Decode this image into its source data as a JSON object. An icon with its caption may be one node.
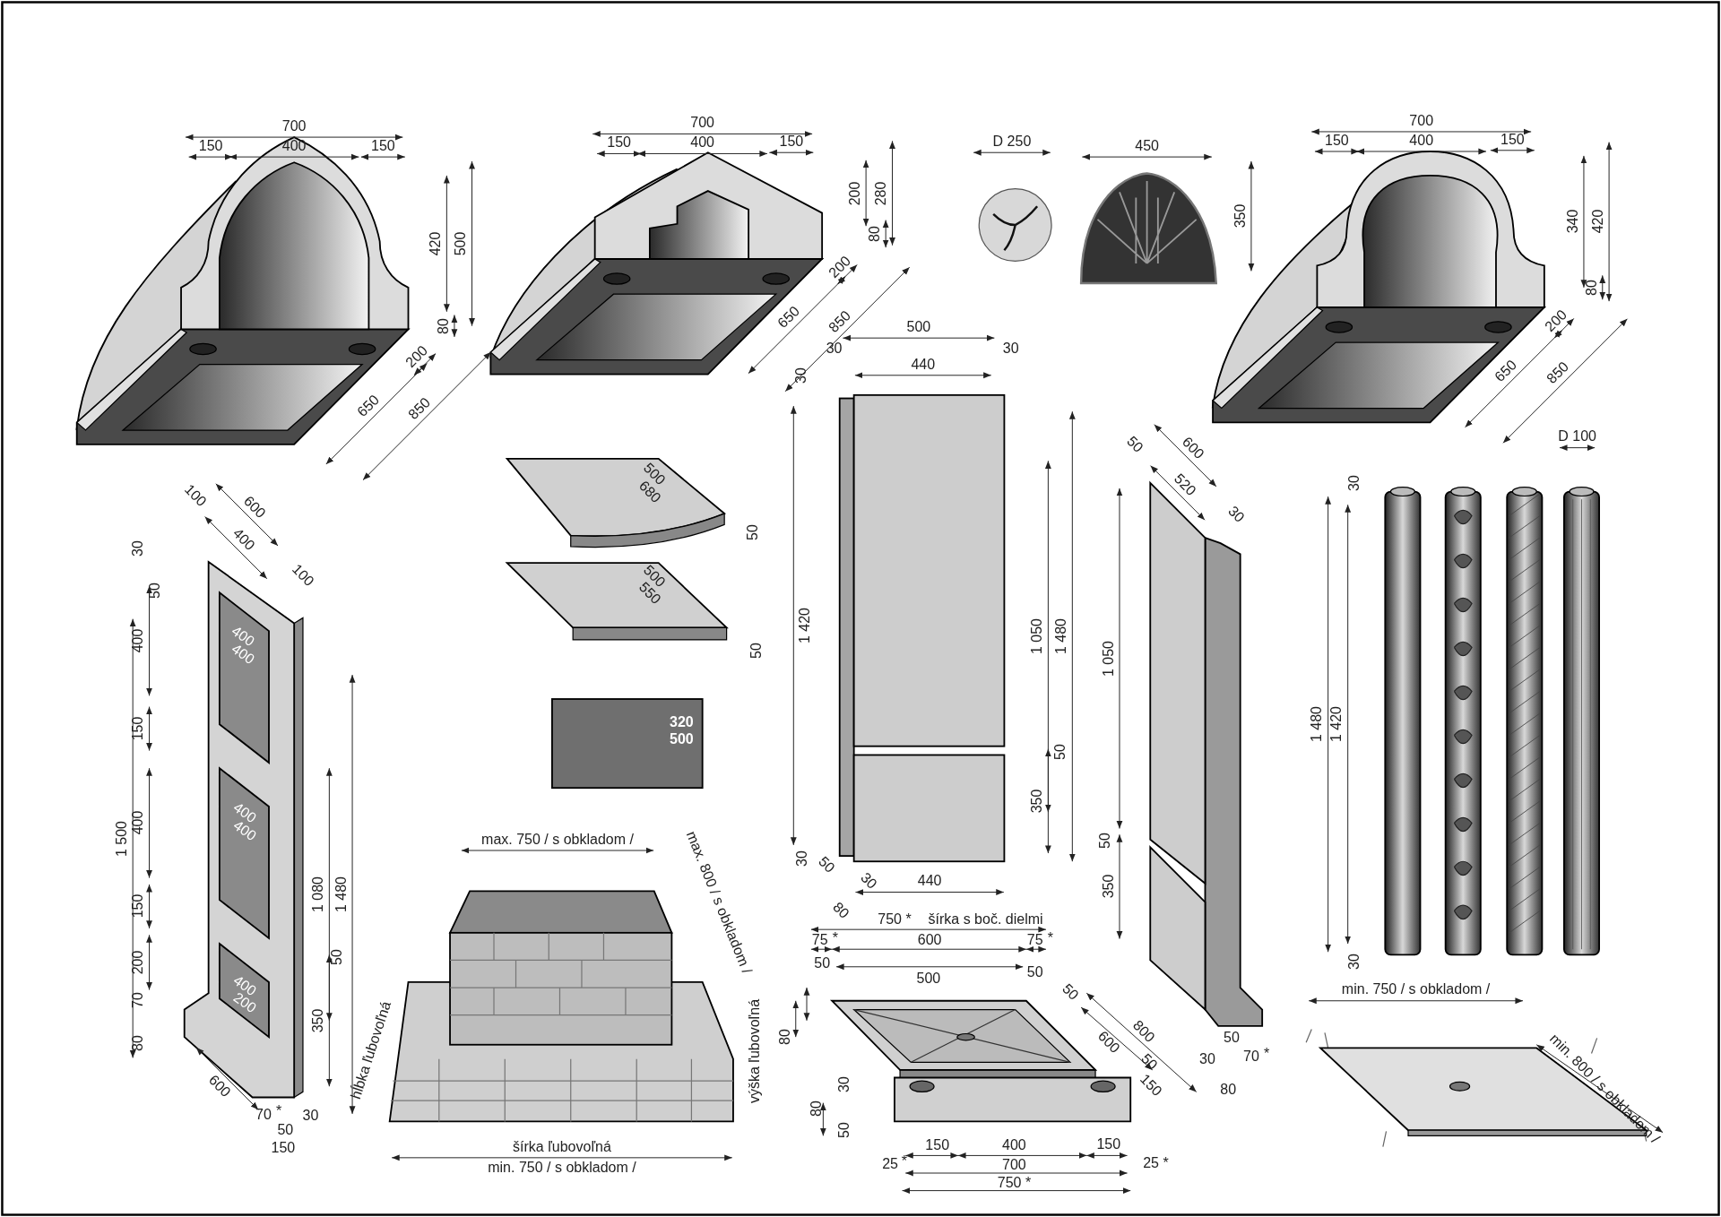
{
  "diagram": {
    "labels": [
      "700",
      "150",
      "400",
      "150",
      "420",
      "500",
      "80",
      "200",
      "650",
      "850",
      "700",
      "150",
      "400",
      "150",
      "200",
      "280",
      "80",
      "200",
      "650",
      "850",
      "D 250",
      "450",
      "350",
      "700",
      "150",
      "400",
      "150",
      "340",
      "420",
      "80",
      "200",
      "650",
      "850",
      "100",
      "600",
      "400",
      "100",
      "30",
      "50",
      "400",
      "150",
      "1 500",
      "400",
      "150",
      "200",
      "70",
      "80",
      "400",
      "400",
      "400",
      "400",
      "400",
      "200",
      "1 080",
      "1 480",
      "50",
      "350",
      "600",
      "70",
      "*",
      "30",
      "50",
      "150",
      "500",
      "680",
      "50",
      "500",
      "550",
      "50",
      "320",
      "500",
      "max. 750 / s obkladom /",
      "max. 800 / s obkladom /",
      "hĺbka ľubovoľná",
      "výška ľubovoľná",
      "šírka ľubovoľná",
      "min. 750 / s obkladom /",
      "500",
      "30",
      "440",
      "30",
      "30",
      "1 420",
      "1 050",
      "1 480",
      "50",
      "350",
      "30",
      "50",
      "30",
      "80",
      "440",
      "750 *",
      "šírka s boč. dielmi",
      "75",
      "*",
      "600",
      "75",
      "*",
      "50",
      "500",
      "50",
      "50",
      "600",
      "800",
      "50",
      "150",
      "80",
      "30",
      "80",
      "50",
      "150",
      "400",
      "150",
      "25",
      "*",
      "700",
      "25 *",
      "750 *",
      "50",
      "600",
      "520",
      "30",
      "1 050",
      "50",
      "350",
      "50",
      "30",
      "70",
      "*",
      "80",
      "D 100",
      "30",
      "1 480",
      "1 420",
      "30",
      "min. 750 / s obkladom /",
      "min. 800 / s obkladom /"
    ]
  }
}
